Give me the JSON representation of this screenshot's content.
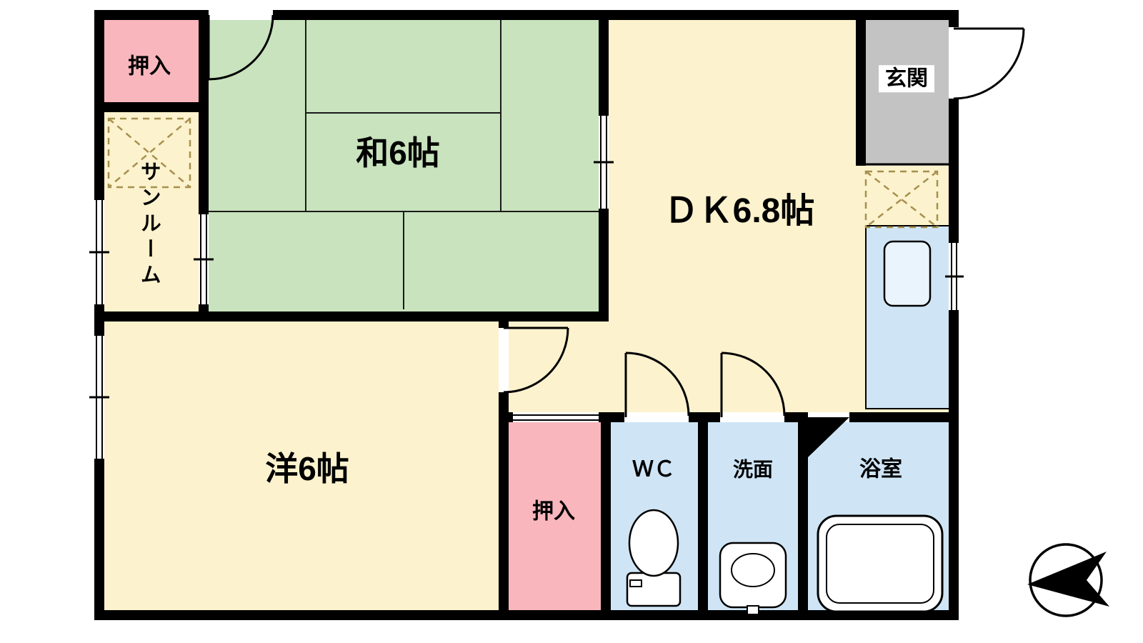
{
  "rooms": {
    "closet_top": {
      "label": "押入"
    },
    "sunroom": {
      "label": "サンルーム"
    },
    "japanese_room": {
      "label": "和6帖"
    },
    "dining_kitchen": {
      "label": "ＤＫ6.8帖"
    },
    "entrance": {
      "label": "玄関"
    },
    "western_room": {
      "label": "洋6帖"
    },
    "closet_bottom": {
      "label": "押入"
    },
    "toilet": {
      "label": "ＷＣ"
    },
    "washroom": {
      "label": "洗面"
    },
    "bathroom": {
      "label": "浴室"
    }
  },
  "colors": {
    "wall": "#000000",
    "tatami_green": "#c8e3bd",
    "floor_cream": "#fcf2cd",
    "closet_pink": "#f9b7bd",
    "wet_area_blue": "#cfe5f5",
    "entrance_gray": "#c3c3c3",
    "fixture_white": "#ffffff",
    "hatch_brown": "#a6904f",
    "sink_light_blue": "#e9f4fc"
  },
  "icons": {
    "north_arrow": "compass-north-arrow"
  }
}
